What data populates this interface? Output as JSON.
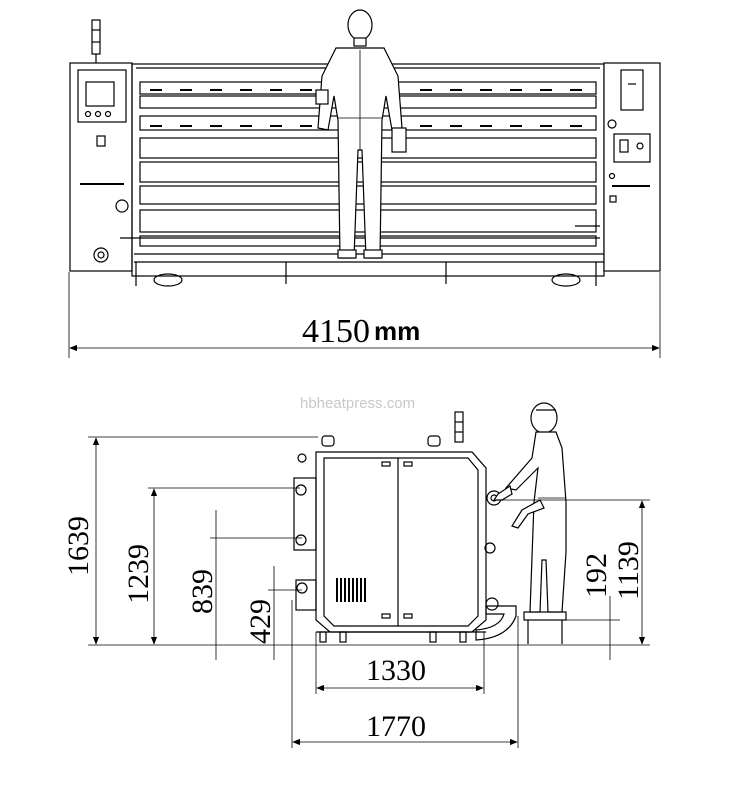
{
  "front_view": {
    "width_value": "4150",
    "width_unit": "mm"
  },
  "side_view": {
    "height_total": "1639",
    "height_feed": "1239",
    "height_mid": "839",
    "height_low": "429",
    "height_operator_hand": "1139",
    "platform_height": "192",
    "depth_body": "1330",
    "depth_total": "1770"
  },
  "watermark": "hbheatpress.com",
  "colors": {
    "line": "#000000",
    "background": "#ffffff",
    "watermark": "#c8c8c8"
  }
}
